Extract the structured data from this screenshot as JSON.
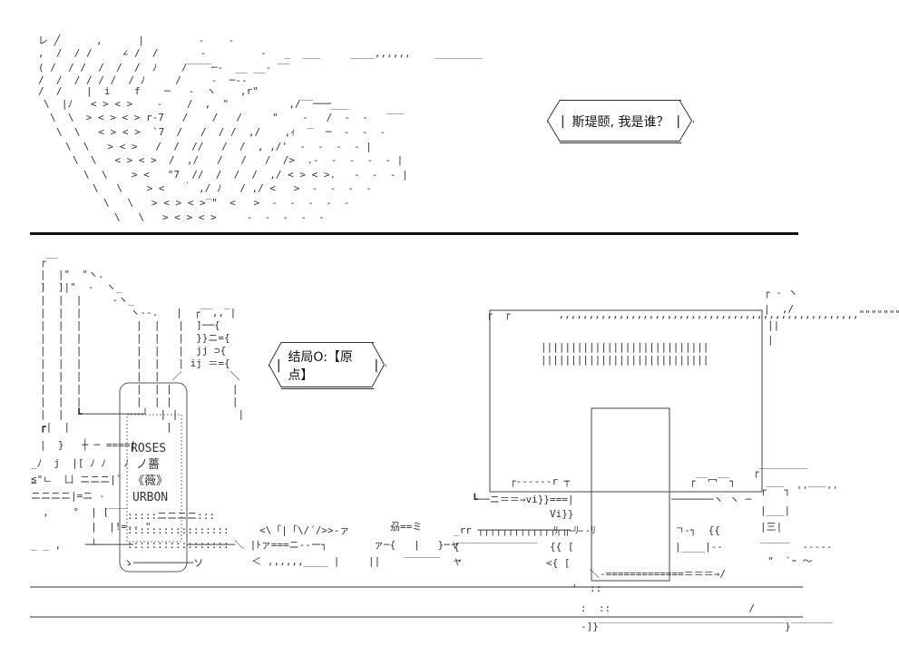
{
  "top_panel": {
    "speech": "斯瑅颐, 我是谁？"
  },
  "bottom_panel": {
    "speech": "结局O:【原点】",
    "bottle_label_1": "ROSES",
    "bottle_label_2": "ノ薔",
    "bottle_label_3": "《薇》",
    "bottle_label_4": "URBON",
    "sign_left": "<\\「|「\\/´/>>-ァ",
    "sign_right": "刕==ミ"
  }
}
